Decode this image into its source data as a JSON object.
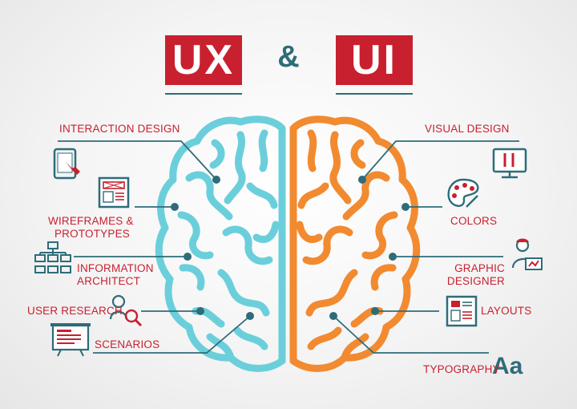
{
  "title": {
    "left": "UX",
    "connector": "&",
    "right": "UI"
  },
  "ux_items": [
    {
      "label": "INTERACTION DESIGN",
      "icon": "tablet-touch-icon"
    },
    {
      "label": "WIREFRAMES &",
      "label2": "PROTOTYPES",
      "icon": "wireframe-icon"
    },
    {
      "label": "INFORMATION",
      "label2": "ARCHITECT",
      "icon": "sitemap-icon"
    },
    {
      "label": "USER RESEARCH",
      "icon": "user-search-icon"
    },
    {
      "label": "SCENARIOS",
      "icon": "scenario-board-icon"
    }
  ],
  "ui_items": [
    {
      "label": "VISUAL DESIGN",
      "icon": "monitor-tools-icon"
    },
    {
      "label": "COLORS",
      "icon": "palette-icon"
    },
    {
      "label": "GRAPHIC",
      "label2": "DESIGNER",
      "icon": "designer-icon"
    },
    {
      "label": "LAYOUTS",
      "icon": "layout-icon"
    },
    {
      "label": "TYPOGRAPHY",
      "icon": "typography-icon",
      "glyph": "Aa"
    }
  ],
  "colors": {
    "accent_red": "#c8202f",
    "teal_dark": "#2e6c79",
    "brain_left": "#6bcfdb",
    "brain_right": "#f28a30"
  }
}
